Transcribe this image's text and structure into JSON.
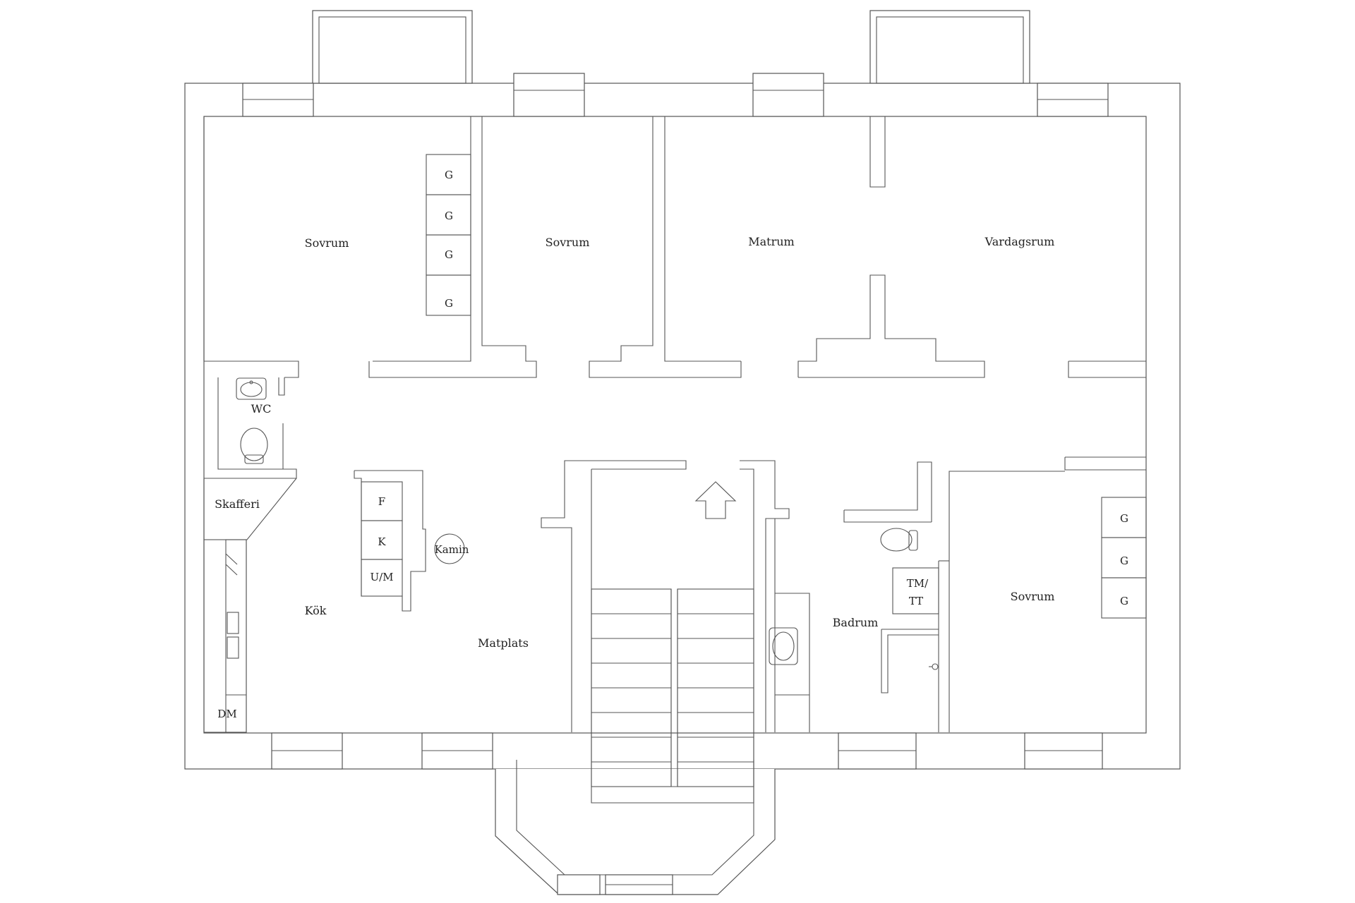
{
  "plan": {
    "rooms": {
      "bedroom_nw": "Sovrum",
      "bedroom_n": "Sovrum",
      "dining_room": "Matrum",
      "living_room": "Vardagsrum",
      "bedroom_se": "Sovrum",
      "wc": "WC",
      "pantry": "Skafferi",
      "kitchen": "Kök",
      "dining_area": "Matplats",
      "bathroom": "Badrum",
      "fireplace": "Kamin"
    },
    "fixtures": {
      "wardrobe": "G",
      "freezer": "F",
      "fridge": "K",
      "oven_microwave": "U/M",
      "dishwasher": "DM",
      "washer_line1": "TM/",
      "washer_line2": "TT"
    }
  }
}
